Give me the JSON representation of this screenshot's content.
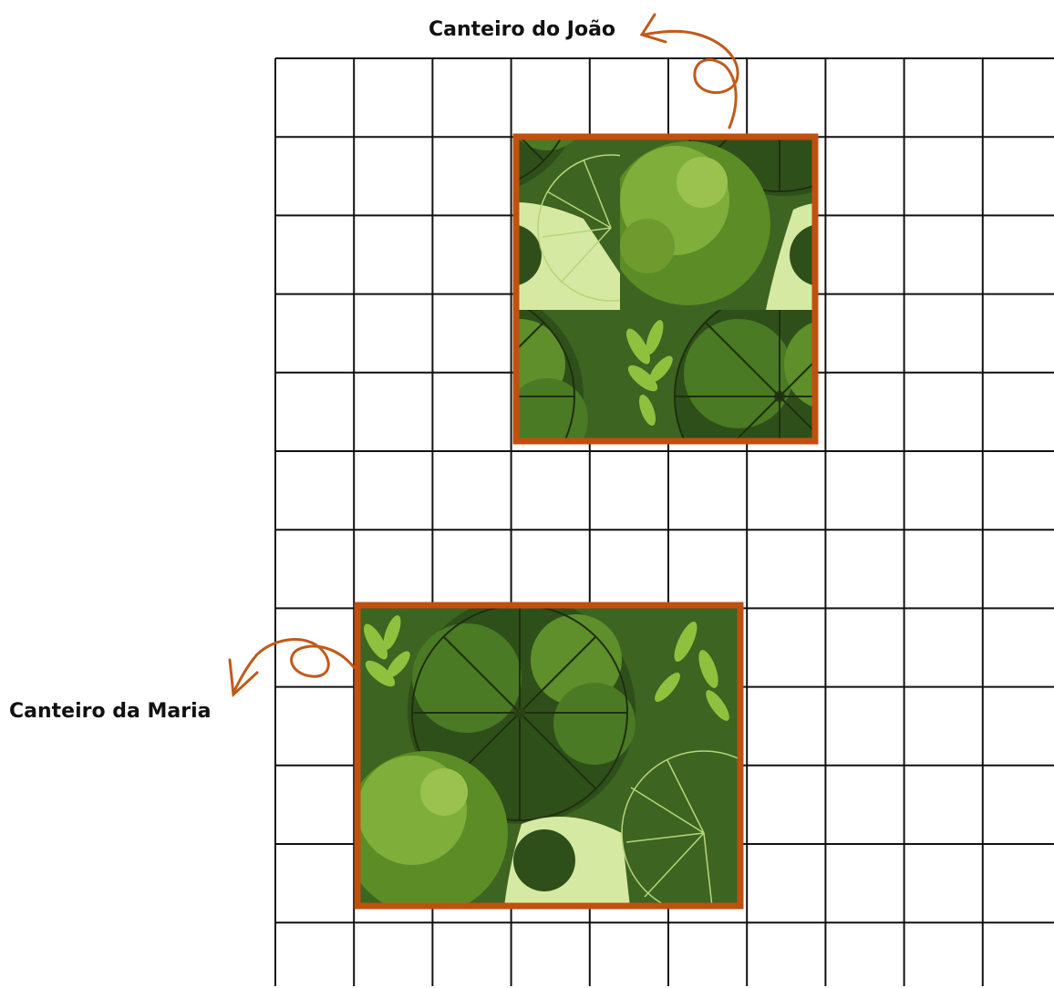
{
  "labels": {
    "bed_1": "Canteiro do João",
    "bed_2": "Canteiro da Maria"
  },
  "grid": {
    "columns": 10,
    "rows": 12
  },
  "beds": [
    {
      "label_key": "bed_1",
      "col_start": 3,
      "row_start": 1,
      "cols": 4,
      "rows": 4
    },
    {
      "label_key": "bed_2",
      "col_start": 1,
      "row_start": 7,
      "cols": 5,
      "rows": 4
    }
  ],
  "colors": {
    "grid_line": "#111111",
    "bed_border": "#c05010",
    "arrow": "#c05a1a",
    "foliage_dark": "#2f4f1a",
    "foliage_mid": "#4a7a23",
    "foliage_light": "#7fae3a",
    "foliage_pale": "#d6e9a2",
    "bush": "#6f9a2e"
  }
}
